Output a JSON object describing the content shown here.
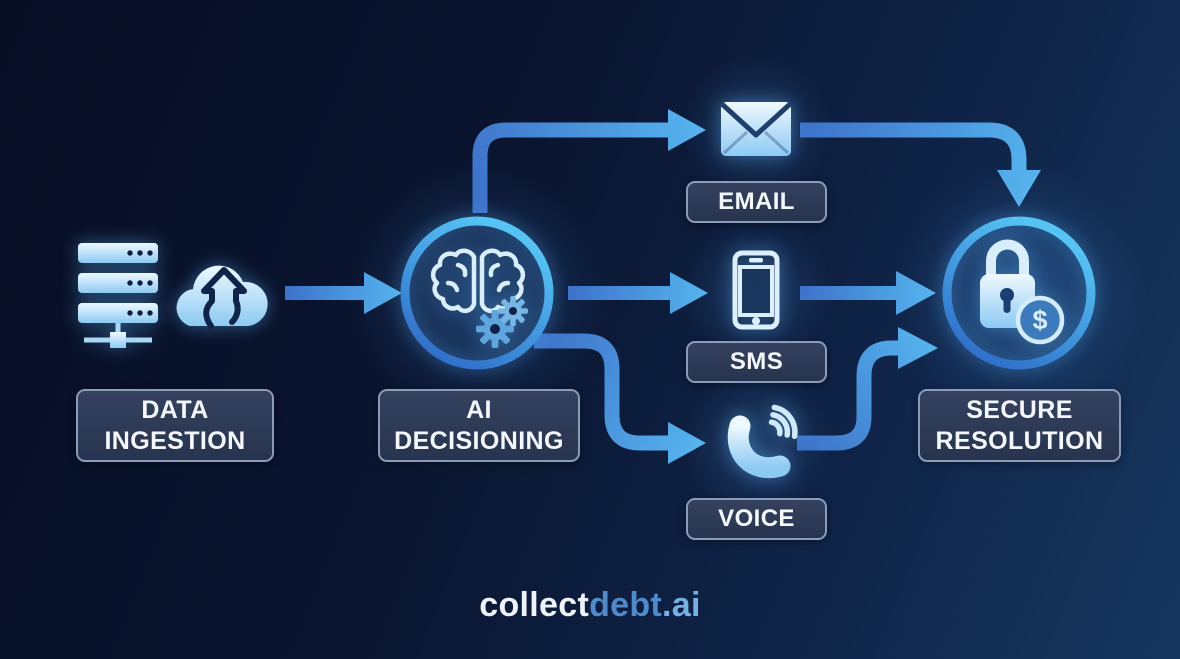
{
  "app": {
    "type": "process-flow-diagram",
    "product_name": "collectdebt.ai"
  },
  "nodes": {
    "data_ingestion": {
      "line1": "DATA",
      "line2": "INGESTION",
      "icons": [
        "server-stack",
        "cloud-upload"
      ]
    },
    "ai_decisioning": {
      "line1": "AI",
      "line2": "DECISIONING",
      "icons": [
        "brain",
        "gears"
      ]
    },
    "email": {
      "label": "EMAIL",
      "icon": "envelope"
    },
    "sms": {
      "label": "SMS",
      "icon": "smartphone"
    },
    "voice": {
      "label": "VOICE",
      "icon": "phone-handset-with-waves"
    },
    "secure_resolution": {
      "line1": "SECURE",
      "line2": "RESOLUTION",
      "icons": [
        "padlock",
        "dollar-coin"
      ],
      "currency_symbol": "$"
    }
  },
  "edges": [
    {
      "from": "data_ingestion",
      "to": "ai_decisioning"
    },
    {
      "from": "ai_decisioning",
      "to": "email"
    },
    {
      "from": "ai_decisioning",
      "to": "sms"
    },
    {
      "from": "ai_decisioning",
      "to": "voice"
    },
    {
      "from": "email",
      "to": "secure_resolution"
    },
    {
      "from": "sms",
      "to": "secure_resolution"
    },
    {
      "from": "voice",
      "to": "secure_resolution"
    }
  ],
  "branding": {
    "logo_white": "collect",
    "logo_blue": "debt",
    "logo_light": ".ai"
  },
  "colors": {
    "background_dark": "#070e24",
    "background_light": "#16375f",
    "arrow_start": "#3d72c9",
    "arrow_end": "#55b5ee",
    "icon_light": "#d9eefb",
    "ring_dark": "#2a63c4",
    "ring_light": "#54c4f4",
    "label_box_bg": "#273450",
    "label_box_border": "#8a9cba",
    "label_text": "#f4f8fc",
    "logo_blue": "#4e8bcd",
    "logo_light_blue": "#74b2e4"
  }
}
